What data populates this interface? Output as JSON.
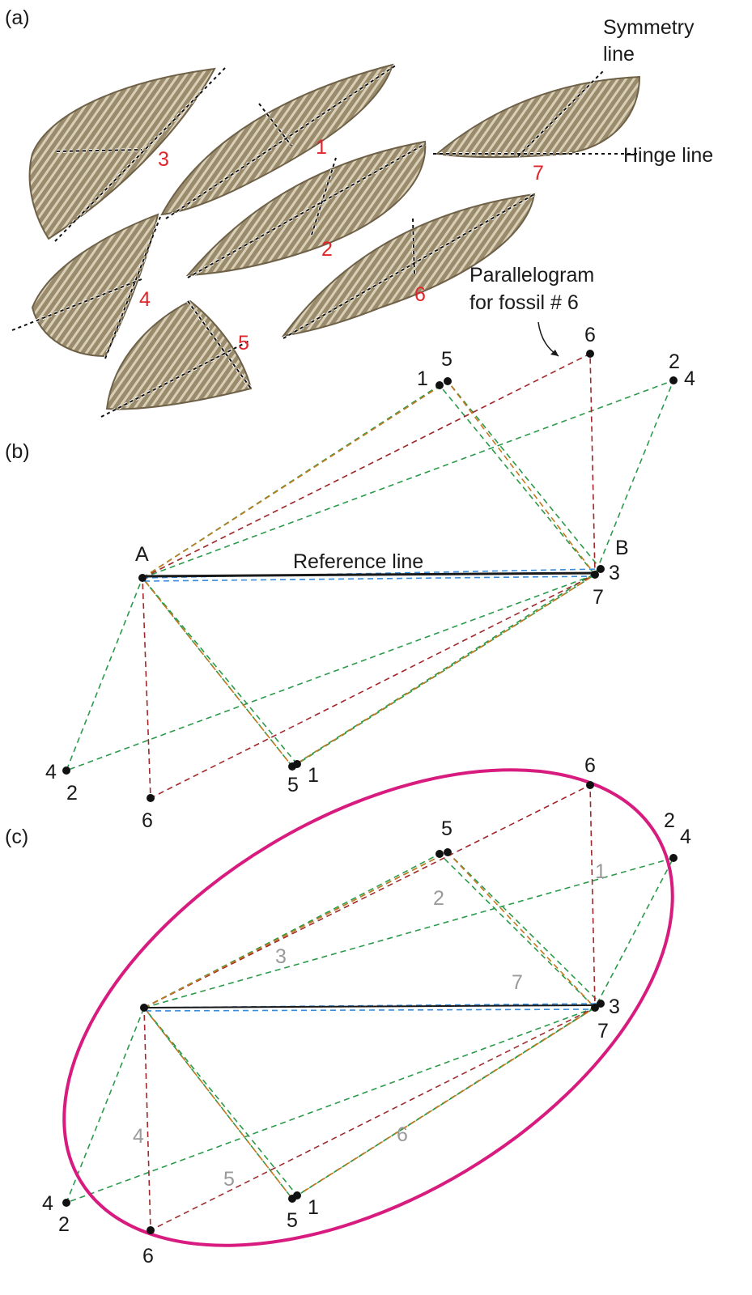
{
  "panels": {
    "a": "(a)",
    "b": "(b)",
    "c": "(c)"
  },
  "panel_a": {
    "symmetry_line": [
      "Symmetry",
      "line"
    ],
    "hinge_line": "Hinge line",
    "parallelogram": [
      "Parallelogram",
      "for fossil # 6"
    ],
    "fossil_numbers": [
      "1",
      "2",
      "3",
      "4",
      "5",
      "6",
      "7"
    ]
  },
  "panel_b": {
    "point_a": "A",
    "point_b": "B",
    "reference_line": "Reference line",
    "top_labels": [
      "1",
      "5",
      "6",
      "2",
      "4"
    ],
    "right_labels": [
      "3",
      "7"
    ],
    "bottom_labels": [
      "4",
      "2",
      "6",
      "5",
      "1"
    ]
  },
  "panel_c": {
    "point_labels": [
      "5",
      "6",
      "2",
      "4",
      "3",
      "7",
      "4",
      "2",
      "6",
      "5",
      "1"
    ],
    "diagonal_numbers": [
      "1",
      "2",
      "3",
      "7",
      "4",
      "5",
      "6"
    ]
  },
  "colors": {
    "fossil_number": "#e0262b",
    "line_green": "#2a9a4a",
    "line_red": "#a0282a",
    "line_orange": "#c8781e",
    "line_blue": "#3a8ad6",
    "ellipse": "#d81b7f",
    "diagonal_number": "#9a9a9a"
  }
}
